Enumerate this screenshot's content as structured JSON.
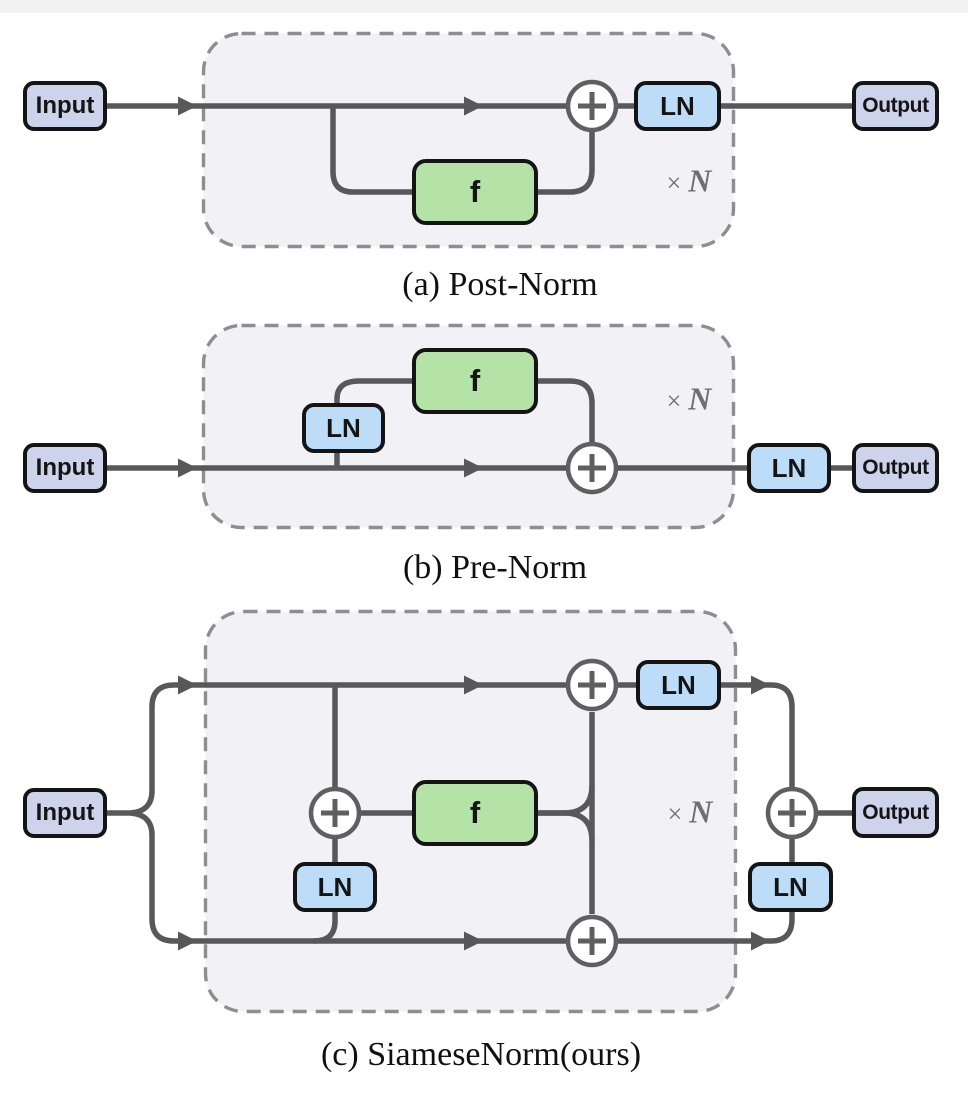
{
  "labels": {
    "input": "Input",
    "output": "Output",
    "ln": "LN",
    "f": "f",
    "times": "×",
    "n": "N"
  },
  "diagrams": [
    {
      "caption": "(a) Post-Norm"
    },
    {
      "caption": "(b) Pre-Norm"
    },
    {
      "caption": "(c) SiameseNorm(ours)"
    }
  ],
  "colors": {
    "top_strip": "#f2f2f3",
    "io_fill": "#ced3ec",
    "ln_fill": "#bcdcf8",
    "f_fill": "#b5e3a7",
    "line": "#58585b",
    "circle": "#5f5f62",
    "dashed_border": "#8e8e91",
    "region_fill": "#f1f1f6",
    "caption": "#101010",
    "repeat_label": "#6f6f73"
  }
}
